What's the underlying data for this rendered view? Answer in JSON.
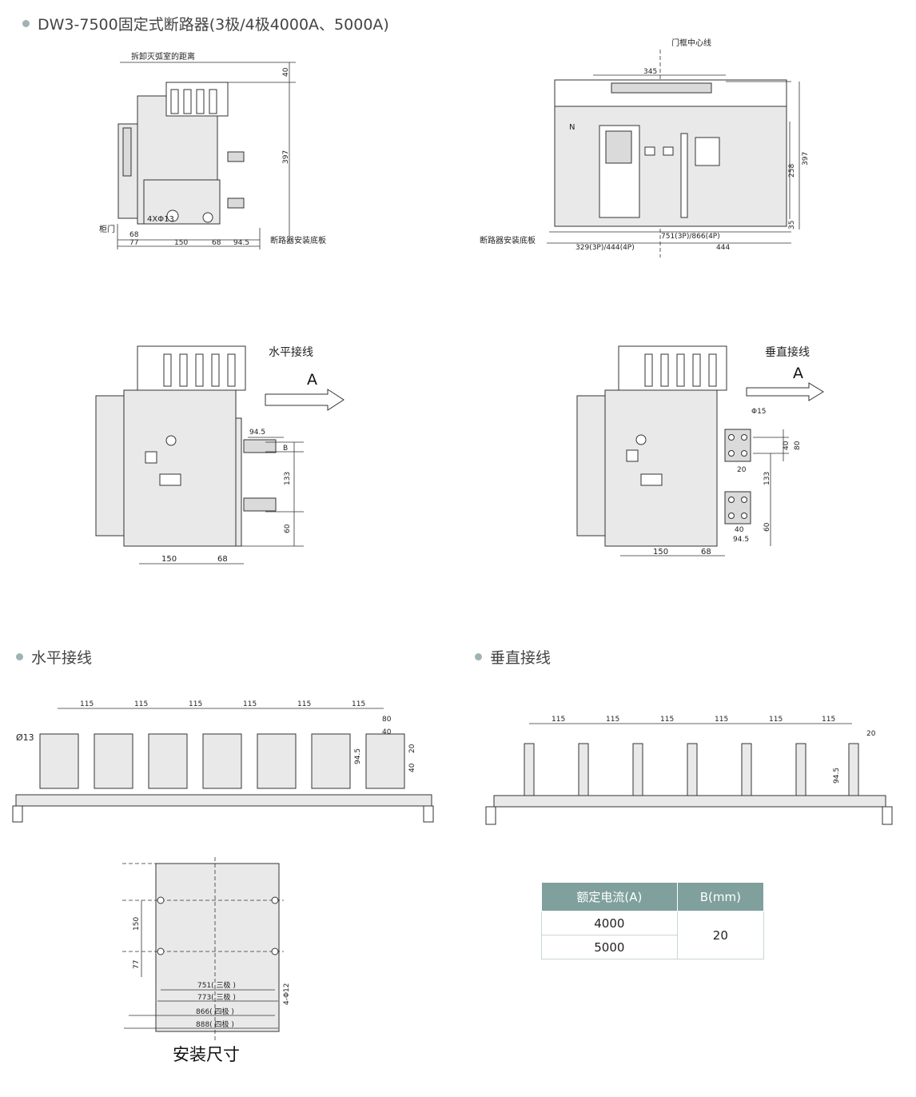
{
  "header": {
    "title": "DW3-7500固定式断路器(3极/4极4000A、5000A)"
  },
  "colors": {
    "bullet": "#9fb3b5",
    "table_header": "#7fa09c",
    "table_border": "#c9d6d4"
  },
  "side_view": {
    "arc_distance_label": "拆卸灭弧室的距离",
    "dim_40": "40",
    "dim_397": "397",
    "hole_label": "4XΦ13",
    "cabinet_door": "柜门",
    "dim_68_top": "68",
    "dim_77": "77",
    "dim_150": "150",
    "dim_68": "68",
    "dim_94_5": "94.5",
    "mount_plate": "断路器安装底板"
  },
  "front_view": {
    "door_center": "门框中心线",
    "dim_345": "345",
    "n_label": "N",
    "dim_397": "397",
    "dim_258": "258",
    "dim_35": "35",
    "dim_751_866": "751(3P)/866(4P)",
    "dim_329_444": "329(3P)/444(4P)",
    "dim_444": "444",
    "mount_plate": "断路器安装底板"
  },
  "horizontal_view": {
    "label": "水平接线",
    "arrow": "A",
    "dim_94_5": "94.5",
    "dim_b": "B",
    "dim_133": "133",
    "dim_60": "60",
    "dim_150": "150",
    "dim_68": "68"
  },
  "vertical_view": {
    "label": "垂直接线",
    "arrow": "A",
    "phi15": "Φ15",
    "dim_40": "40",
    "dim_80": "80",
    "dim_20": "20",
    "dim_133": "133",
    "dim_40b": "40",
    "dim_94_5": "94.5",
    "dim_60": "60",
    "dim_150": "150",
    "dim_68": "68"
  },
  "horizontal_section": {
    "title": "水平接线",
    "dims": [
      "115",
      "115",
      "115",
      "115",
      "115",
      "115"
    ],
    "dia13": "Ø13",
    "dim_80": "80",
    "dim_40": "40",
    "dim_94_5": "94.5",
    "dim_20": "20",
    "dim_40b": "40"
  },
  "vertical_section": {
    "title": "垂直接线",
    "dims": [
      "115",
      "115",
      "115",
      "115",
      "115",
      "115"
    ],
    "dim_20": "20",
    "dim_94_5": "94.5"
  },
  "mounting": {
    "caption": "安装尺寸",
    "dim_150": "150",
    "dim_77": "77",
    "holes": "4-Φ12",
    "dim_751": "751( 三极 )",
    "dim_773": "773( 三极 )",
    "dim_866": "866( 四极 )",
    "dim_888": "888( 四极 )"
  },
  "rating_table": {
    "headers": [
      "额定电流(A)",
      "B(mm)"
    ],
    "rows": [
      "4000",
      "5000"
    ],
    "b_value": "20"
  }
}
